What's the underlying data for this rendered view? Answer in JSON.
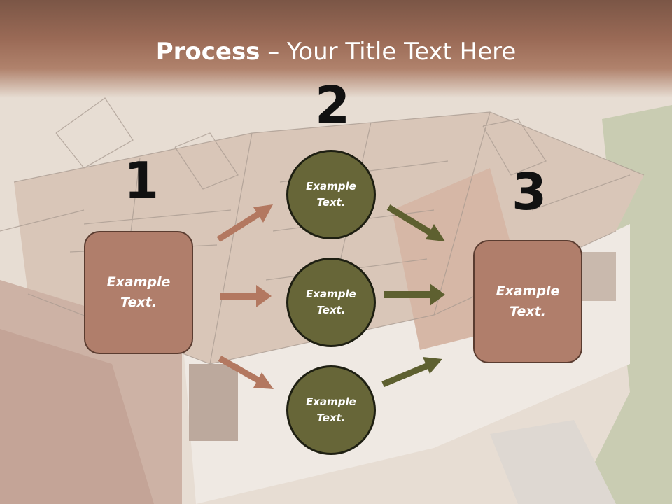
{
  "slide": {
    "title_bold": "Process",
    "title_rest": " – Your Title Text Here"
  },
  "steps": {
    "one": "1",
    "two": "2",
    "three": "3"
  },
  "left_box": {
    "text_line1": "Example",
    "text_line2": "Text."
  },
  "right_box": {
    "text_line1": "Example",
    "text_line2": "Text."
  },
  "circles": [
    {
      "line1": "Example",
      "line2": "Text."
    },
    {
      "line1": "Example",
      "line2": "Text."
    },
    {
      "line1": "Example",
      "line2": "Text."
    }
  ],
  "colors": {
    "header": "#9a6a56",
    "box_fill": "#b07e6b",
    "circle_fill": "#676638",
    "arrow_left": "#b37860",
    "arrow_right": "#5e6030"
  }
}
